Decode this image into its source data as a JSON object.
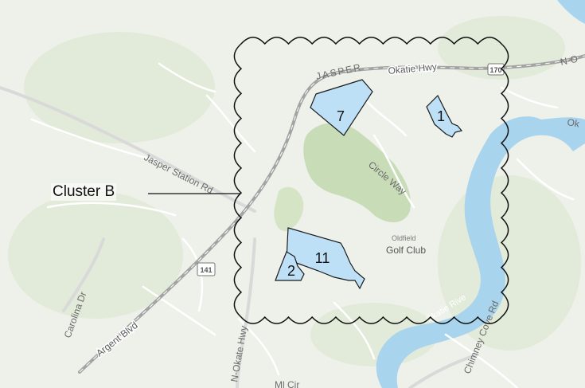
{
  "map": {
    "roads": {
      "okatie_hwy": "Okatie Hwy",
      "okatie_hwy_east": "N-O",
      "okatie_hwy_east2": "Ok",
      "jasper_station_rd": "Jasper Station Rd",
      "argent_blvd": "Argent Blvd",
      "carolina_dr": "Carolina Dr",
      "n_okatie_hwy": "N-Okate Hwy",
      "chimney_cove_rd": "Chimney Cove Rd",
      "circle_way": "Circle Way",
      "bottom_road": "Ml Cir"
    },
    "place_labels": {
      "jasper": "JASPER",
      "golf_top": "Oldfield",
      "golf_club": "Golf Club",
      "river": "Okatie Rive"
    },
    "shields": {
      "hwy_141": "141",
      "hwy_170": "170"
    },
    "parcels": [
      {
        "id": "7",
        "label": "7"
      },
      {
        "id": "1",
        "label": "1"
      },
      {
        "id": "11",
        "label": "11"
      },
      {
        "id": "2",
        "label": "2"
      }
    ],
    "cluster": {
      "label": "Cluster B"
    },
    "colors": {
      "parcel_fill": "#bde0f7",
      "parcel_stroke": "#1a1a1a",
      "water": "#a9d4ee",
      "park": "#c9dcb8",
      "background": "#eef1ea",
      "road_major": "#9a9a9a"
    }
  }
}
